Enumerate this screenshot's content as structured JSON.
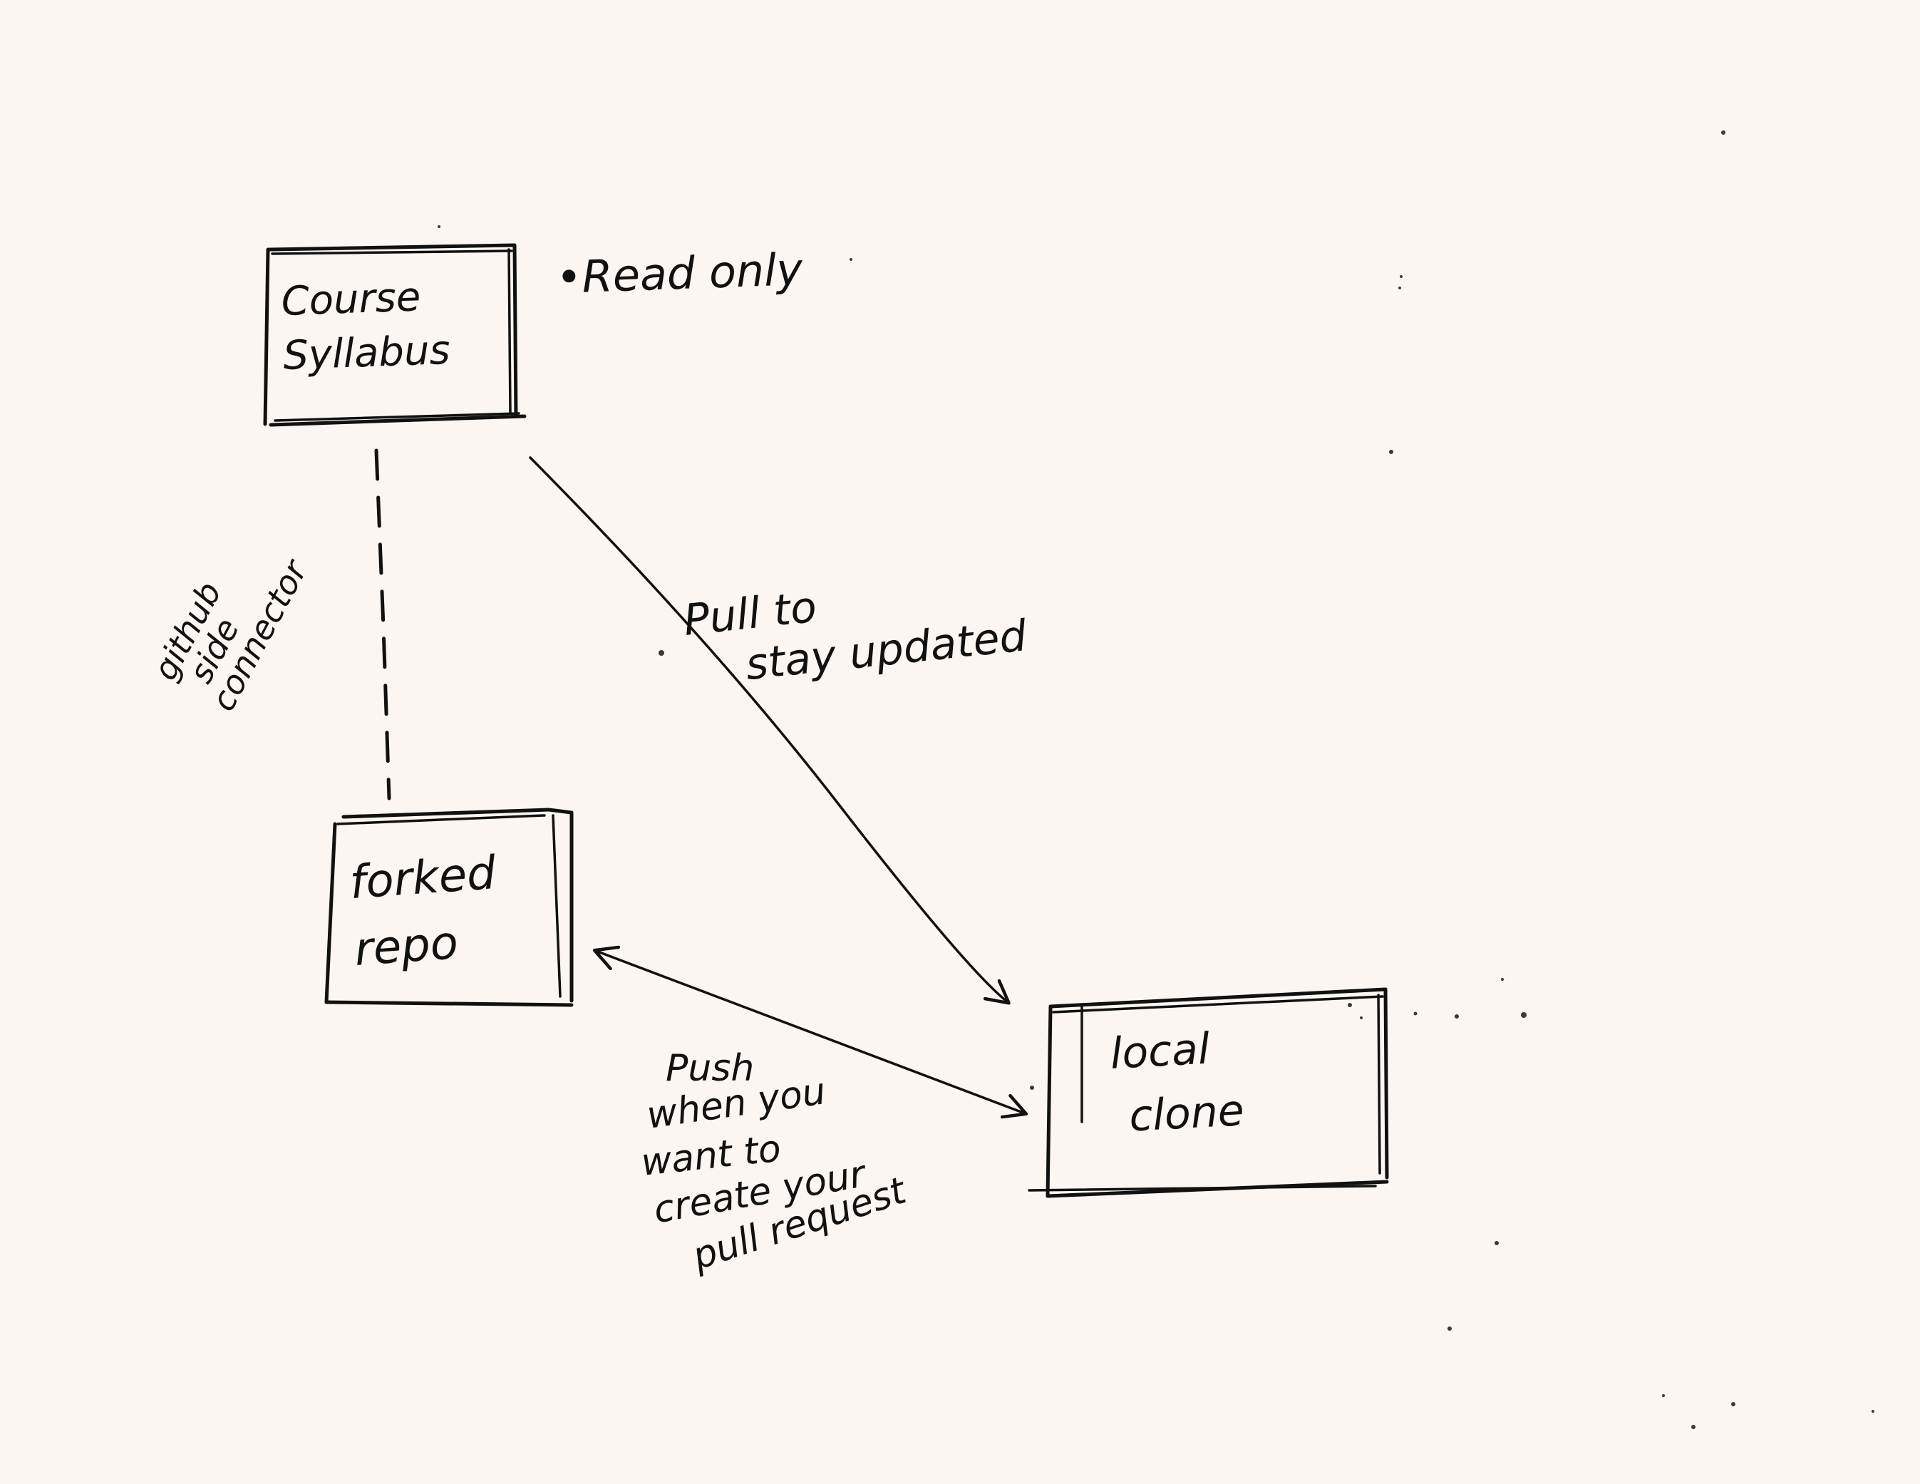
{
  "nodes": {
    "course_syllabus": {
      "line1": "Course",
      "line2": "Syllabus"
    },
    "forked_repo": {
      "line1": "forked",
      "line2": "repo"
    },
    "local_clone": {
      "line1": "local",
      "line2": "clone"
    }
  },
  "annotations": {
    "read_only": "•Read only",
    "github_side_connector": {
      "line1": "github",
      "line2": "side",
      "line3": "connector"
    },
    "pull_to_stay_updated": {
      "line1": "Pull to",
      "line2": "stay updated"
    },
    "push_note": {
      "line1": "Push",
      "line2": "when you",
      "line3": "want to",
      "line4": "create your",
      "line5": "pull request"
    }
  },
  "colors": {
    "paper": "#fbf6f1",
    "ink": "#111111"
  }
}
